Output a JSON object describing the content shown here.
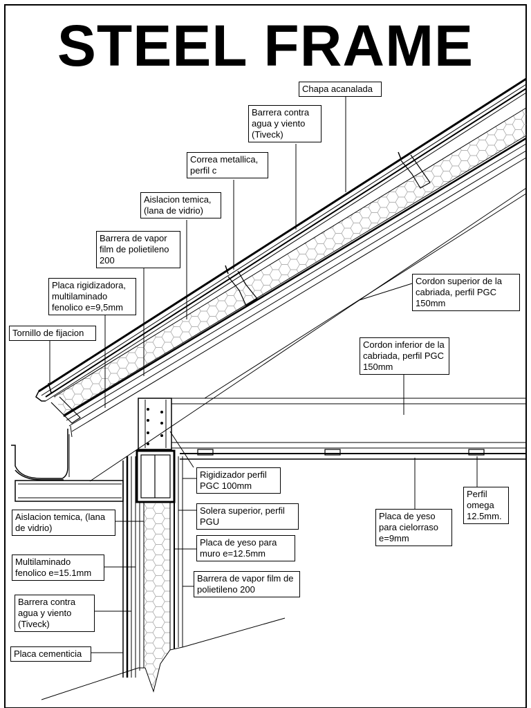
{
  "title": "STEEL FRAME",
  "labels": {
    "chapa": "Chapa acanalada",
    "barrera_agua_techo": "Barrera contra agua y viento (Tiveck)",
    "correa": "Correa metallica, perfil c",
    "aislacion_techo": "Aislacion temica, (lana de vidrio)",
    "barrera_vapor_techo": "Barrera de vapor film de polietileno 200",
    "placa_rigidizadora": "Placa rigidizadora, multilaminado fenolico e=9,5mm",
    "tornillo": "Tornillo de fijacion",
    "cordon_superior": "Cordon superior de la cabriada, perfil PGC 150mm",
    "cordon_inferior": "Cordon inferior de la cabriada, perfil PGC 150mm",
    "rigidizador": "Rigidizador perfil PGC 100mm",
    "solera": "Solera superior, perfil PGU",
    "placa_yeso_muro": "Placa de yeso para muro e=12.5mm",
    "barrera_vapor_muro": "Barrera de vapor film de polietileno 200",
    "placa_yeso_cielo": "Placa de yeso para cielorraso e=9mm",
    "perfil_omega": "Perfil omega 12.5mm.",
    "aislacion_muro": "Aislacion temica, (lana de vidrio)",
    "multilaminado": "Multilaminado fenolico e=15.1mm",
    "barrera_agua_muro": "Barrera contra agua y viento (Tiveck)",
    "placa_cementicia": "Placa cementicia"
  }
}
